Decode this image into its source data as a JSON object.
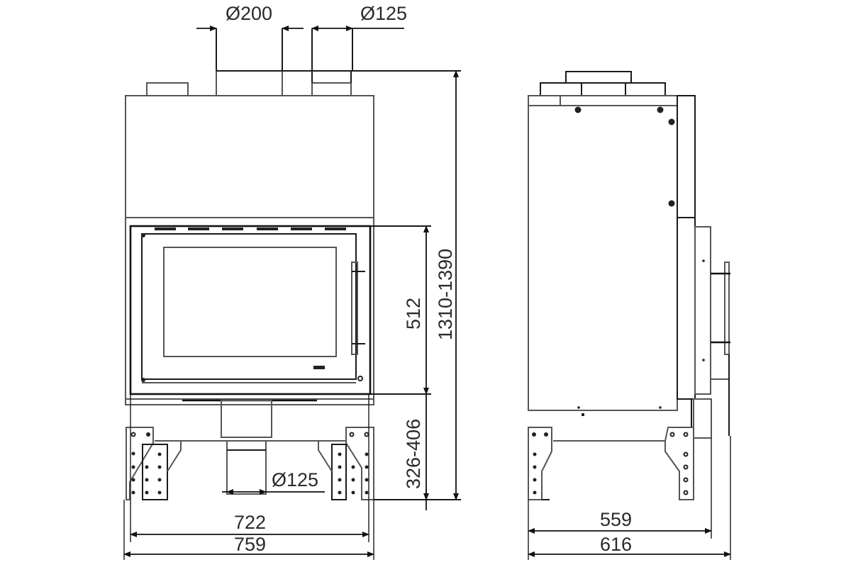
{
  "drawing": {
    "title": "Fireplace insert dimensional drawing",
    "units": "mm",
    "front_view": {
      "dimensions": {
        "flue_outlet_diameter": "Ø200",
        "air_outlet_top_diameter": "Ø125",
        "air_inlet_bottom_diameter": "Ø125",
        "door_height": "512",
        "base_height": "326-406",
        "total_height": "1310-1390",
        "body_width": "722",
        "overall_width": "759"
      }
    },
    "side_view": {
      "dimensions": {
        "body_depth": "559",
        "overall_depth": "616"
      }
    }
  }
}
